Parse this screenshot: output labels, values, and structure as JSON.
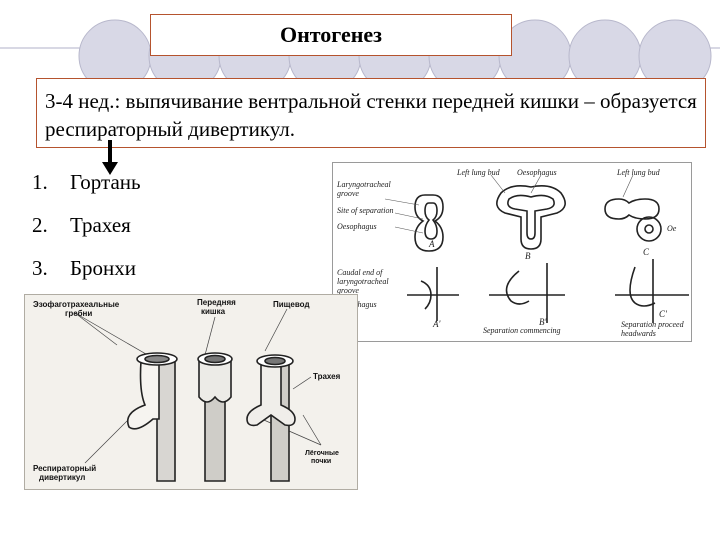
{
  "slide": {
    "title": "Онтогенез",
    "stage_text": "3-4 нед.: выпячивание вентральной стенки передней кишки – образуется респираторный дивертикул.",
    "organs": [
      {
        "num": "1.",
        "label": "Гортань"
      },
      {
        "num": "2.",
        "label": "Трахея"
      },
      {
        "num": "3.",
        "label": "Бронхи"
      }
    ]
  },
  "figure_embryo": {
    "labels": {
      "laryngotracheal_groove": "Laryngotracheal",
      "laryngotracheal_groove_2": "groove",
      "site_of_separation": "Site of separation",
      "oesophagus_a": "Oesophagus",
      "left_lung_bud_b": "Left lung bud",
      "oesophagus_b": "Oesophagus",
      "left_lung_bud_c": "Left lung bud",
      "oe_c": "Oe",
      "caudal_end": "Caudal end of",
      "caudal_end_2": "laryngotracheal",
      "caudal_end_3": "groove",
      "oesophagus_a2": "Oesophagus",
      "separation_commencing": "Separation commencing",
      "separation_proceeding": "Separation proceed",
      "separation_proceeding_2": "headwards",
      "panel_a": "A",
      "panel_b": "B",
      "panel_c": "C",
      "panel_a2": "A'",
      "panel_b2": "B'",
      "panel_c2": "C'"
    }
  },
  "figure_esophagus": {
    "labels": {
      "ridges": "Эзофаготрахеальные",
      "ridges_2": "гребни",
      "foregut": "Передняя",
      "foregut_2": "кишка",
      "esophagus": "Пищевод",
      "trachea": "Трахея",
      "lung_buds": "Лёгочные",
      "lung_buds_2": "почки",
      "diverticulum": "Респираторный",
      "diverticulum_2": "дивертикул"
    }
  },
  "colors": {
    "box_border": "#b5532e",
    "deco_circle": "#d8d8e6",
    "deco_line": "#b0b0c8"
  }
}
